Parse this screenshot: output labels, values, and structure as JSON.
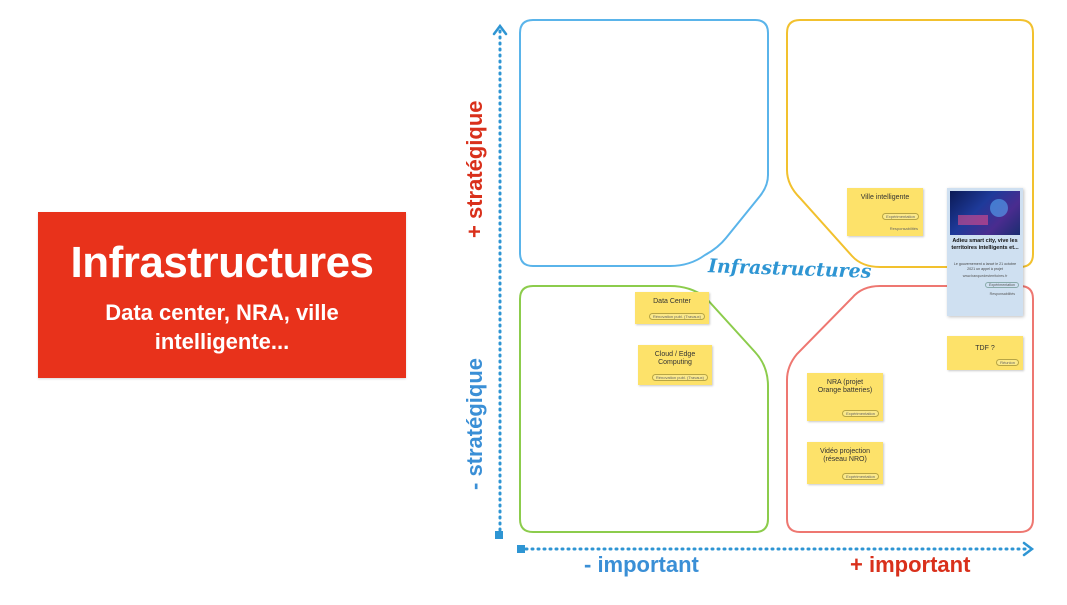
{
  "title_card": {
    "title": "Infrastructures",
    "subtitle": "Data center, NRA, ville intelligente..."
  },
  "diagram": {
    "center_label": "Infrastructures",
    "y_axis": {
      "plus": "+ stratégique",
      "minus": "- stratégique"
    },
    "x_axis": {
      "minus": "- important",
      "plus": "+ important"
    },
    "quadrant_colors": {
      "top_left": "#5ab4ea",
      "top_right": "#f2c12e",
      "bottom_left": "#8ccc4c",
      "bottom_right": "#ee7771"
    },
    "axis_color": "#2e95d3"
  },
  "stickies": [
    {
      "text": "Ville intelligente",
      "tag": "Expérimentation",
      "meta": "Responsabilités"
    },
    {
      "text": "Data Center",
      "tag": "Rénovation publ. (Travaux)"
    },
    {
      "text": "Cloud / Edge Computing",
      "tag": "Rénovation publ. (Travaux)"
    },
    {
      "text": "TDF ?",
      "tag": "Réunion"
    },
    {
      "text": "NRA (projet Orange batteries)",
      "tag": "Expérimentation"
    },
    {
      "text": "Vidéo projection (réseau NRO)",
      "tag": "Expérimentation"
    }
  ],
  "article_card": {
    "title": "Adieu smart city, vive les territoires intelligents et...",
    "description": "Le gouvernement a lancé le 21 octobre 2021 un appel à projet",
    "url": "www.banquedesterritoires.fr",
    "tag": "Expérimentation",
    "meta": "Responsabilités"
  }
}
